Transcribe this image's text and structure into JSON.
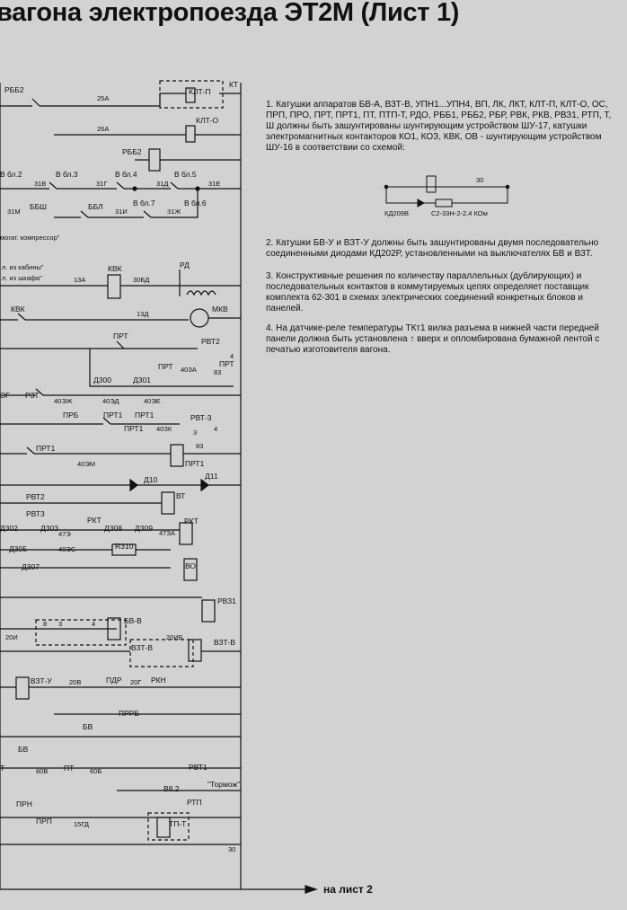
{
  "title": "вагона электропоезда ЭТ2М (Лист 1)",
  "notes": {
    "n1": "1. Катушки аппаратов БВ-А, ВЗТ-В, УПН1...УПН4, ВП, ЛК, ЛКТ, КЛТ-П, КЛТ-О, ОС, ПРП, ПРО, ПРТ, ПРТ1, ПТ, ПТП-Т, РДО, РББ1, РББ2, РБР, РВК, РКВ, РВЗ1, РТП, Т, Ш должны быть зашунтированы шунтирующим устройством ШУ-17, катушки электромагнитных контакторов КО1, КОЗ, КВК, ОВ - шунтирующим устройством ШУ-16 в соответствии со схемой:",
    "n2": "2. Катушки БВ-У и ВЗТ-У должны быть зашунтированы двумя последовательно соединенными диодами КД202Р, установленными на выключателях БВ и ВЗТ.",
    "n3": "3. Конструктивные решения по количеству параллельных (дублирующих) и последовательных контактов в коммутируемых цепях определяет поставщик комплекта 62-301 в схемах электрических соединений конкретных блоков и панелей.",
    "n4": "4. На датчике-реле температуры ТКт1 вилка разъема в нижней части передней панели должна быть установлена ↑ вверх и опломбирована бумажной лентой с печатью изготовителя вагона."
  },
  "shunt_diagram": {
    "wire": "30",
    "diode": "КД209В",
    "resistor": "С2-33Н-2-2,4 КОм"
  },
  "footer": "на лист 2",
  "labels": {
    "l_rbb2": "РББ2",
    "l_25a": "25А",
    "l_kltp": "КЛТ-П",
    "l_kt": "КТ",
    "l_kltr": "КЛТ-О",
    "l_26a": "26А",
    "l_rbb2b": "РББ2",
    "l_vbl2": "В бл.2",
    "l_vbl3": "В бл.3",
    "l_vbl4": "В бл.4",
    "l_vbl5": "В бл.5",
    "l_31v": "31В",
    "l_31g": "31Г",
    "l_31d": "31Д",
    "l_31e": "31Е",
    "l_31m": "31М",
    "l_bbsh": "ББШ",
    "l_bbl": "ББЛ",
    "l_31i": "31И",
    "l_vbl7": "В бл.7",
    "l_31zh": "31Ж",
    "l_vbl6": "В бл.6",
    "l_kompr": "могат. компрессор\"",
    "l_kab": "л. из кабины\"",
    "l_shk": "л. из шкафа\"",
    "l_kvk": "КВК",
    "l_13a": "13А",
    "l_30bd": "30БД",
    "l_rd": "РД",
    "l_kvk2": "КВК",
    "l_13d": "13Д",
    "l_mkv": "МКВ",
    "l_rvt2": "РВТ2",
    "l_prt": "ПРТ",
    "l_prt2": "ПРТ",
    "l_40za": "40ЗА",
    "l_83a": "83",
    "l_4a": "4",
    "l_d300": "Д300",
    "l_d301": "Д301",
    "l_eg": "ЭГ",
    "l_rzt": "РЗТ",
    "l_40zzh": "40ЭЖ",
    "l_40zd": "40ЭД",
    "l_40ze": "40ЭЕ",
    "l_prt3": "ПРТ",
    "l_prb": "ПРБ",
    "l_prt1": "ПРТ1",
    "l_prt1b": "ПРТ1",
    "l_rvt3": "РВТ-3",
    "l_prt1c": "ПРТ1",
    "l_40zk": "40ЗК",
    "l_3": "3",
    "l_4b": "4",
    "l_83b": "83",
    "l_prt1d": "ПРТ1",
    "l_40zm": "40ЭМ",
    "l_prt1e": "ПРТ1",
    "l_d10": "Д10",
    "l_d11": "Д11",
    "l_rvt2b": "РВТ2",
    "l_rvt3b": "РВТ3",
    "l_vt": "ВТ",
    "l_302": "Д302",
    "l_d303": "Д303",
    "l_47z": "47Э",
    "l_rkt": "РКТ",
    "l_d308": "Д308",
    "l_d309": "Д309",
    "l_47za": "47ЗА",
    "l_rkt2": "РКТ",
    "l_d305": "Д305",
    "l_40zs": "40ЭС",
    "l_r310": "R310",
    "l_d307": "Д307",
    "l_vo": "ВО",
    "l_rv31": "РВ31",
    "l_bvv": "БВ-В",
    "l_8": "8",
    "l_3b": "3",
    "l_4c": "4",
    "l_20i": "20И",
    "l_vztv": "ВЗТ-В",
    "l_20ib": "20ИБ",
    "l_vztv2": "ВЗТ-В",
    "l_vztu": "ВЗТ-У",
    "l_20v": "20В",
    "l_pdr": "ПДР",
    "l_20g": "20Г",
    "l_rkn": "РКН",
    "l_prrb": "ПРРБ",
    "l_bv": "БВ",
    "l_bv2": "БВ",
    "l_t": "Т",
    "l_60v": "60В",
    "l_pt": "ПТ",
    "l_60b": "60Б",
    "l_rvt1": "РВТ1",
    "l_v82": "В8.2",
    "l_tormozh": "\"Тормож\"",
    "l_prn": "ПРН",
    "l_rtp": "РТП",
    "l_prp": "ПРП",
    "l_15gd": "15ГД",
    "l_tpt": "ТП-Т",
    "l_30": "30"
  }
}
